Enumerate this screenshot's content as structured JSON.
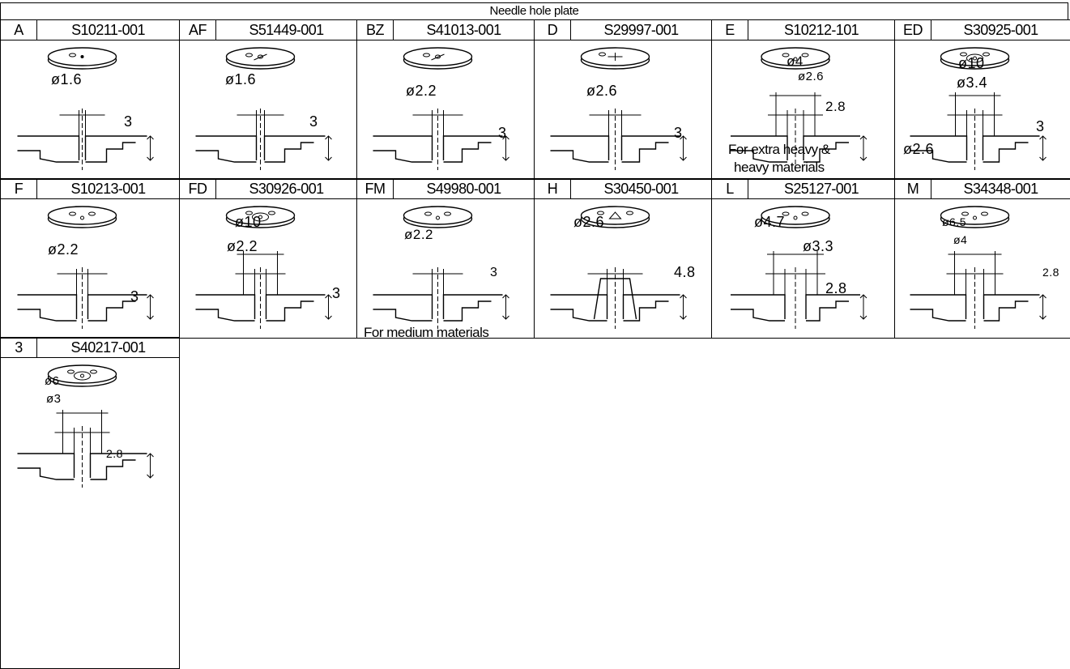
{
  "heading": "Needle hole plate",
  "plates": [
    {
      "code": "A",
      "part": "S10211-001",
      "dims": [
        "ø1.6",
        "3"
      ],
      "note": []
    },
    {
      "code": "AF",
      "part": "S51449-001",
      "dims": [
        "ø1.6",
        "3"
      ],
      "note": []
    },
    {
      "code": "BZ",
      "part": "S41013-001",
      "dims": [
        "ø2.2",
        "3"
      ],
      "note": []
    },
    {
      "code": "D",
      "part": "S29997-001",
      "dims": [
        "ø2.6",
        "3"
      ],
      "note": []
    },
    {
      "code": "E",
      "part": "S10212-101",
      "dims": [
        "ø4",
        "ø2.6",
        "2.8"
      ],
      "note": [
        "For extra heavy &",
        "heavy materials"
      ]
    },
    {
      "code": "ED",
      "part": "S30925-001",
      "dims": [
        "ø10",
        "ø3.4",
        "ø2.6",
        "3"
      ],
      "note": []
    },
    {
      "code": "F",
      "part": "S10213-001",
      "dims": [
        "ø2.2",
        "3"
      ],
      "note": []
    },
    {
      "code": "FD",
      "part": "S30926-001",
      "dims": [
        "ø10",
        "ø2.2",
        "3"
      ],
      "note": []
    },
    {
      "code": "FM",
      "part": "S49980-001",
      "dims": [
        "ø2.2",
        "3"
      ],
      "note": [
        "For medium materials"
      ]
    },
    {
      "code": "H",
      "part": "S30450-001",
      "dims": [
        "ø2.6",
        "4.8"
      ],
      "note": []
    },
    {
      "code": "L",
      "part": "S25127-001",
      "dims": [
        "ø4.7",
        "ø3.3",
        "2.8"
      ],
      "note": []
    },
    {
      "code": "M",
      "part": "S34348-001",
      "dims": [
        "ø6.5",
        "ø4",
        "2.8"
      ],
      "note": []
    },
    {
      "code": "3",
      "part": "S40217-001",
      "dims": [
        "ø6",
        "ø3",
        "2.8"
      ],
      "note": []
    }
  ]
}
